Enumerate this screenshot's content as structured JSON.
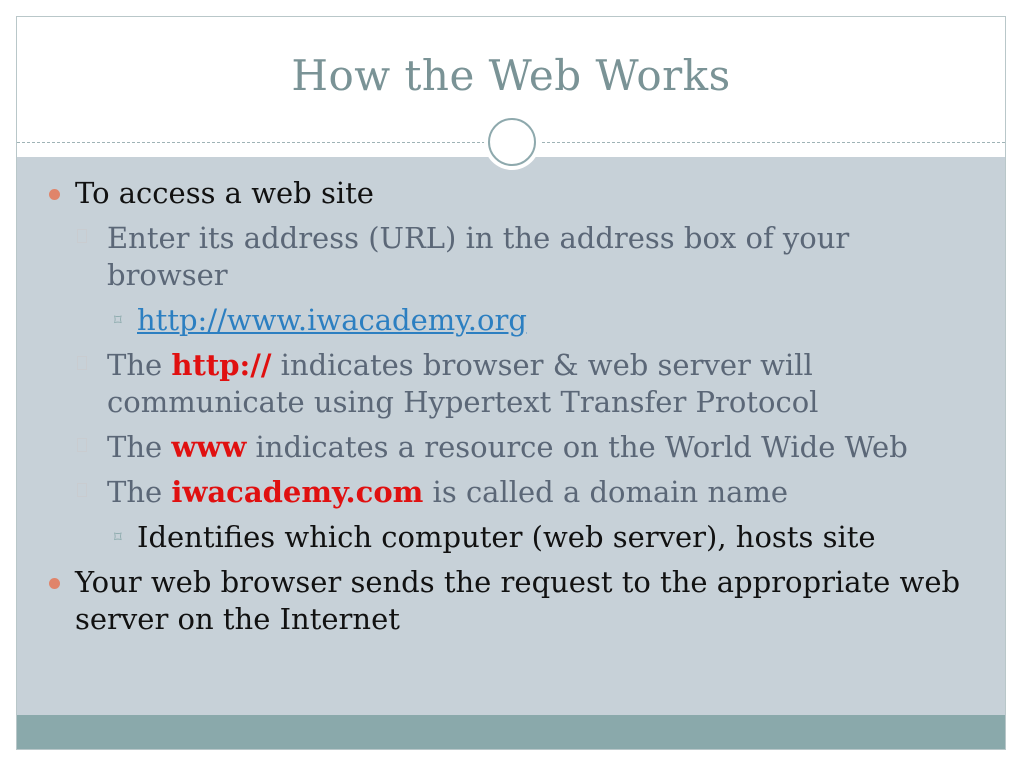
{
  "slide": {
    "title": "How the Web Works",
    "bullets": [
      {
        "text": "To access a web site",
        "children": [
          {
            "prefix": "Enter its address (URL) in the address box of your browser",
            "children": [
              {
                "link": "http://www.iwacademy.org"
              }
            ]
          },
          {
            "prefix": "The ",
            "highlight": "http://",
            "suffix": " indicates browser & web server will communicate using Hypertext Transfer Protocol"
          },
          {
            "prefix": "The ",
            "highlight": "www",
            "suffix": " indicates a resource on the World Wide Web"
          },
          {
            "prefix": "The ",
            "highlight": "iwacademy.com",
            "suffix": " is called a domain name",
            "children": [
              {
                "text": "Identifies which computer (web server), hosts site"
              }
            ]
          }
        ]
      },
      {
        "text": "Your web browser sends the request to the appropriate web server on the Internet"
      }
    ]
  },
  "colors": {
    "title": "#7a9396",
    "content_background": "#c7d1d8",
    "bottom_bar": "#8aa9ab",
    "level1_bullet": "#e0846a",
    "level2_text": "#5b6777",
    "highlight": "#e01010",
    "link": "#2c7fc1"
  },
  "icons": {
    "level1_bullet": "orange-dot-icon",
    "level2_bullet": "empty-square-icon",
    "level3_bullet": "star-cross-icon",
    "title_ornament": "ring-icon"
  }
}
